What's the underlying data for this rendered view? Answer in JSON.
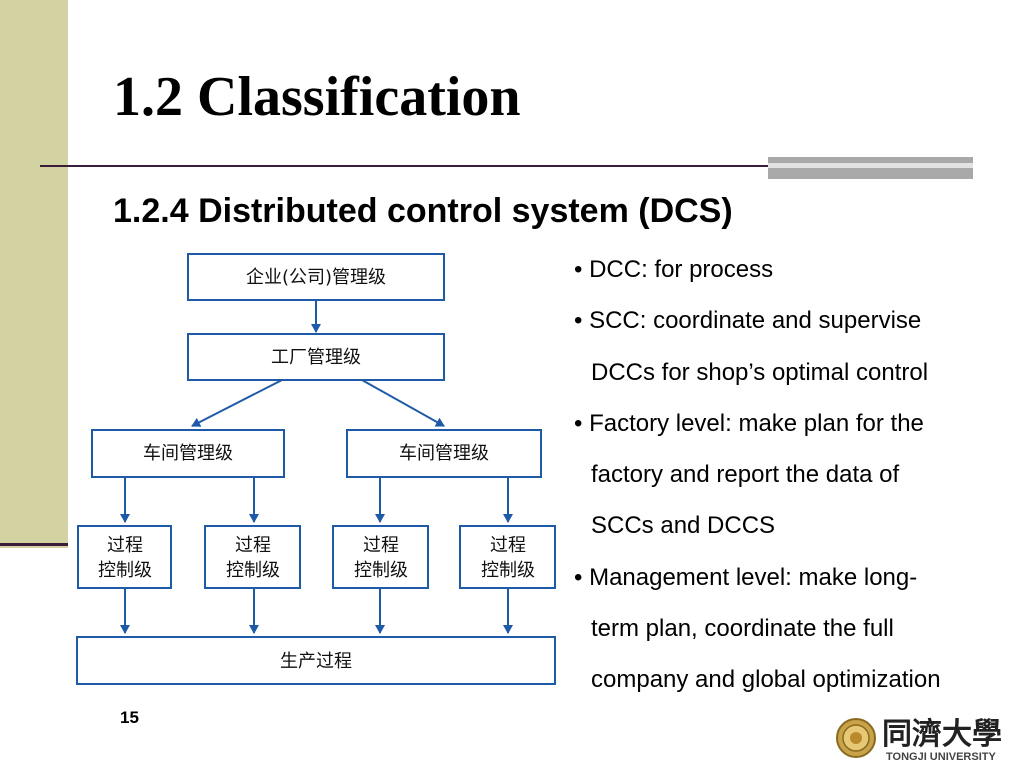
{
  "slide": {
    "title": "1.2 Classification",
    "subtitle": "1.2.4 Distributed control system (DCS)",
    "page_number": "15"
  },
  "diagram": {
    "enterprise": "企业(公司)管理级",
    "factory": "工厂管理级",
    "workshop_left": "车间管理级",
    "workshop_right": "车间管理级",
    "process": [
      {
        "line1": "过程",
        "line2": "控制级"
      },
      {
        "line1": "过程",
        "line2": "控制级"
      },
      {
        "line1": "过程",
        "line2": "控制级"
      },
      {
        "line1": "过程",
        "line2": "控制级"
      }
    ],
    "production": "生产过程"
  },
  "bullets": [
    "• DCC: for process",
    "• SCC: coordinate and supervise",
    "DCCs for shop’s optimal control",
    "• Factory level: make plan for the",
    "factory and report the data of",
    "SCCs and DCCS",
    "• Management level: make long-",
    "term plan, coordinate the full",
    "company and global optimization"
  ],
  "logo": {
    "chinese": "同濟大學",
    "english": "TONGJI UNIVERSITY",
    "seal_icon": "university-seal-icon"
  },
  "colors": {
    "side_band": "#d3d2a2",
    "rule": "#3a1d3a",
    "diagram_stroke": "#1f5aa8"
  }
}
